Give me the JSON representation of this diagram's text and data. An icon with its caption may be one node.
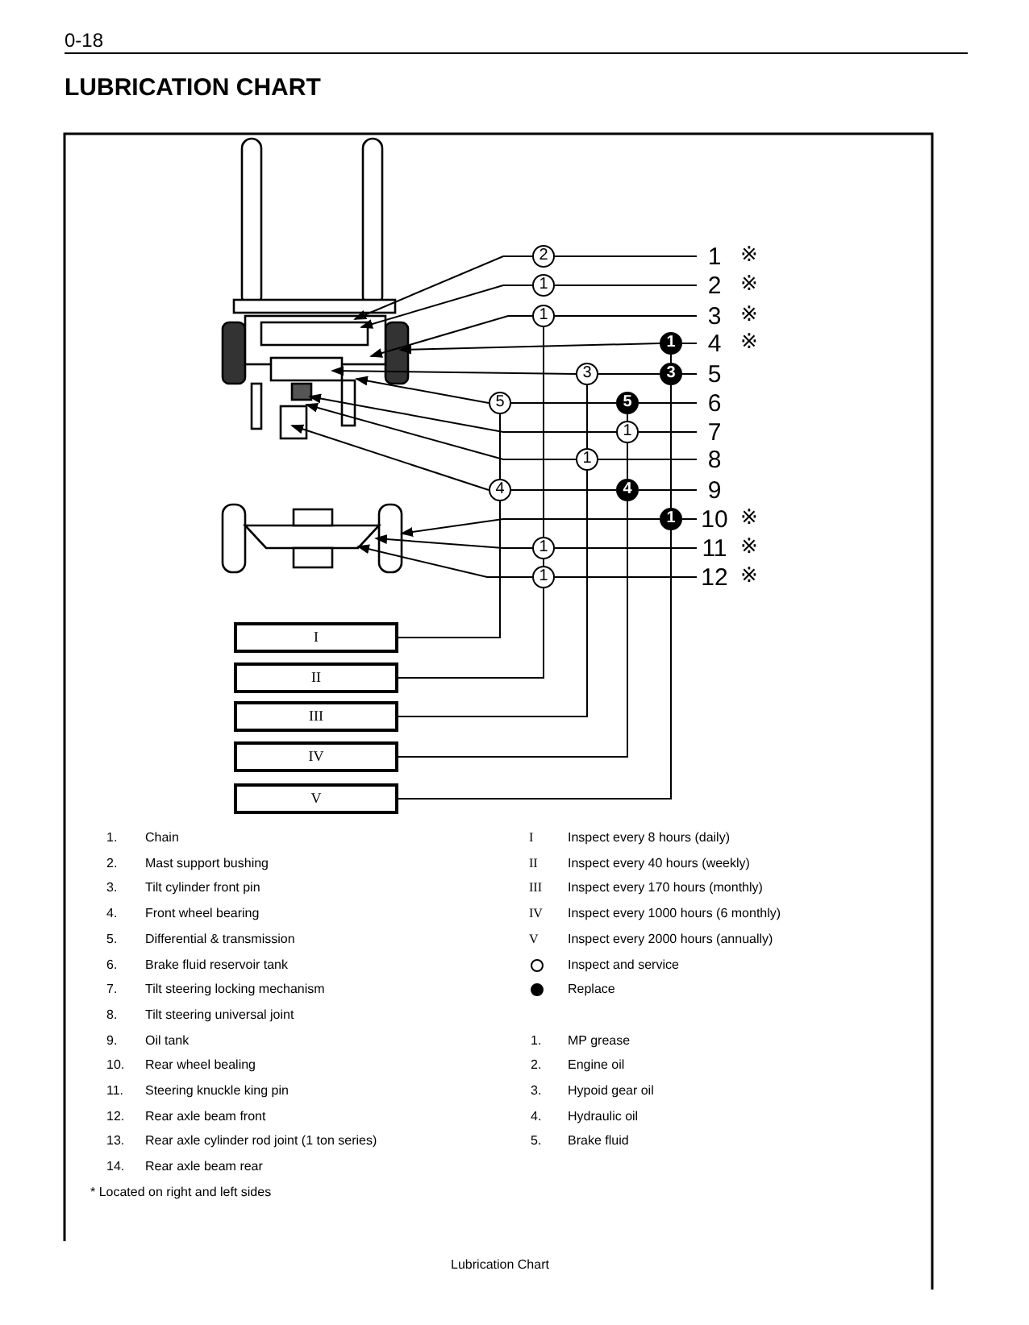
{
  "diagram": {
    "title": "LUBRICATION CHART",
    "caption": "Lubrication Chart",
    "nodes": [
      {
        "text": [
          "2"
        ]
      },
      {
        "text": [
          "1"
        ],
        "beside": [
          "※"
        ]
      },
      {
        "text": [
          "1"
        ]
      },
      {
        "text": [
          "2"
        ],
        "beside": [
          "※"
        ]
      },
      {
        "text": [
          "1"
        ]
      },
      {
        "text": [
          "3"
        ],
        "beside": [
          "※"
        ]
      },
      {
        "text": [
          "1"
        ]
      },
      {
        "text": [
          "4"
        ],
        "beside": [
          "※"
        ]
      },
      {
        "text": [
          "3"
        ]
      },
      {
        "text": [
          "3"
        ]
      },
      {
        "text": [
          "5"
        ]
      },
      {
        "text": [
          "5"
        ]
      },
      {
        "text": [
          "5"
        ]
      },
      {
        "text": [
          "6"
        ]
      },
      {
        "text": [
          "1"
        ]
      },
      {
        "text": [
          "7"
        ]
      },
      {
        "text": [
          "1"
        ]
      },
      {
        "text": [
          "8"
        ]
      },
      {
        "text": [
          "4"
        ]
      },
      {
        "text": [
          "4"
        ]
      },
      {
        "text": [
          "9"
        ]
      },
      {
        "text": [
          "1"
        ]
      },
      {
        "text": [
          "10"
        ],
        "beside": [
          "※"
        ]
      },
      {
        "text": [
          "1"
        ]
      },
      {
        "text": [
          "11"
        ],
        "beside": [
          "※"
        ]
      },
      {
        "text": [
          "1"
        ]
      },
      {
        "text": [
          "12"
        ],
        "beside": [
          "※"
        ]
      },
      {
        "text": [
          "I"
        ]
      },
      {
        "text": [
          "II"
        ]
      },
      {
        "text": [
          "III"
        ]
      },
      {
        "text": [
          "IV"
        ]
      },
      {
        "text": [
          "V"
        ]
      },
      {
        "text": [],
        "shape": "picture"
      },
      {
        "text": [],
        "shape": "picture"
      }
    ],
    "edges": [
      {
        "from": 1,
        "to": 0,
        "arrow": "none"
      },
      {
        "from": 3,
        "to": 2,
        "arrow": "none"
      },
      {
        "from": 5,
        "to": 4,
        "arrow": "none"
      },
      {
        "from": 7,
        "to": 6,
        "arrow": "none"
      },
      {
        "from": 10,
        "to": 9,
        "arrow": "none"
      },
      {
        "from": 9,
        "to": 8,
        "arrow": "none"
      },
      {
        "from": 13,
        "to": 12,
        "arrow": "none"
      },
      {
        "from": 12,
        "to": 11,
        "arrow": "none"
      },
      {
        "from": 15,
        "to": 14,
        "arrow": "none"
      },
      {
        "from": 17,
        "to": 16,
        "arrow": "none"
      },
      {
        "from": 20,
        "to": 19,
        "arrow": "none"
      },
      {
        "from": 19,
        "to": 18,
        "arrow": "none"
      },
      {
        "from": 22,
        "to": 21,
        "arrow": "none"
      },
      {
        "from": 24,
        "to": 23,
        "arrow": "none"
      },
      {
        "from": 26,
        "to": 25,
        "arrow": "none"
      },
      {
        "from": 0,
        "to": 32,
        "arrow": "to"
      },
      {
        "from": 2,
        "to": 32,
        "arrow": "to"
      },
      {
        "from": 4,
        "to": 32,
        "arrow": "to"
      },
      {
        "from": 6,
        "to": 32,
        "arrow": "to"
      },
      {
        "from": 8,
        "to": 32,
        "arrow": "to"
      },
      {
        "from": 11,
        "to": 32,
        "arrow": "to"
      },
      {
        "from": 14,
        "to": 32,
        "arrow": "to"
      },
      {
        "from": 16,
        "to": 32,
        "arrow": "to"
      },
      {
        "from": 18,
        "to": 32,
        "arrow": "to"
      },
      {
        "from": 21,
        "to": 33,
        "arrow": "to"
      },
      {
        "from": 23,
        "to": 33,
        "arrow": "to"
      },
      {
        "from": 25,
        "to": 33,
        "arrow": "to"
      },
      {
        "from": 11,
        "to": 18,
        "arrow": "none"
      },
      {
        "from": 18,
        "to": 27,
        "arrow": "none"
      },
      {
        "from": 4,
        "to": 23,
        "arrow": "none"
      },
      {
        "from": 23,
        "to": 25,
        "arrow": "none"
      },
      {
        "from": 25,
        "to": 28,
        "arrow": "none"
      },
      {
        "from": 8,
        "to": 16,
        "arrow": "none"
      },
      {
        "from": 16,
        "to": 29,
        "arrow": "none"
      },
      {
        "from": 12,
        "to": 14,
        "arrow": "none"
      },
      {
        "from": 14,
        "to": 19,
        "arrow": "none"
      },
      {
        "from": 19,
        "to": 30,
        "arrow": "none"
      },
      {
        "from": 6,
        "to": 9,
        "arrow": "none"
      },
      {
        "from": 9,
        "to": 21,
        "arrow": "none"
      },
      {
        "from": 21,
        "to": 31,
        "arrow": "none"
      }
    ],
    "labels": [
      "0-18",
      "1.",
      "Chain",
      "2.",
      "Mast support bushing",
      "3.",
      "Tilt cylinder front pin",
      "4.",
      "Front wheel bearing",
      "5.",
      "Differential & transmission",
      "6.",
      "Brake fluid reservoir tank",
      "7.",
      "Tilt steering locking mechanism",
      "8.",
      "Tilt steering universal joint",
      "9.",
      "Oil tank",
      "10.",
      "Rear wheel bealing",
      "11.",
      "Steering knuckle king pin",
      "12.",
      "Rear axle beam front",
      "13.",
      "Rear axle cylinder rod joint (1 ton series)",
      "14.",
      "Rear axle beam rear",
      "I",
      "Inspect every 8 hours (daily)",
      "II",
      "Inspect every 40 hours (weekly)",
      "III",
      "Inspect every 170 hours (monthly)",
      "IV",
      "Inspect every 1000 hours (6 monthly)",
      "V",
      "Inspect every 2000 hours (annually)",
      "1.",
      "MP grease",
      "2.",
      "Engine oil",
      "3.",
      "Hypoid gear oil",
      "4.",
      "Hydraulic oil",
      "5.",
      "Brake fluid",
      "* Located on right and left sides"
    ],
    "legend": [
      {
        "text": "Inspect and service"
      },
      {
        "text": "Replace"
      }
    ]
  }
}
